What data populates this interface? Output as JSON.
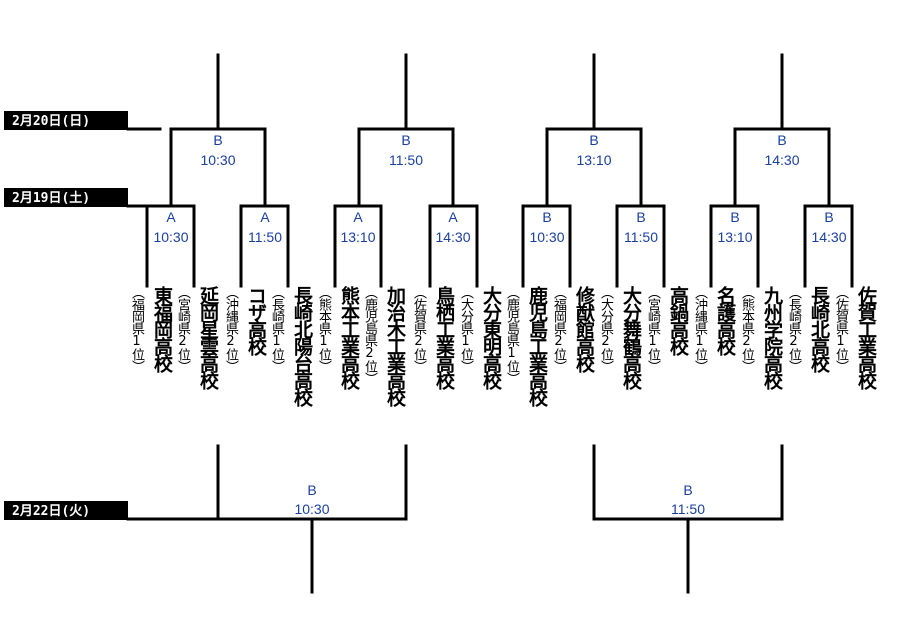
{
  "dates": {
    "feb20": "2月20日(日)",
    "feb19": "2月19日(土)",
    "feb22": "2月22日(火)"
  },
  "round1": [
    {
      "court": "A",
      "time": "10:30"
    },
    {
      "court": "A",
      "time": "11:50"
    },
    {
      "court": "A",
      "time": "13:10"
    },
    {
      "court": "A",
      "time": "14:30"
    },
    {
      "court": "B",
      "time": "10:30"
    },
    {
      "court": "B",
      "time": "11:50"
    },
    {
      "court": "B",
      "time": "13:10"
    },
    {
      "court": "B",
      "time": "14:30"
    }
  ],
  "round2": [
    {
      "court": "B",
      "time": "10:30"
    },
    {
      "court": "B",
      "time": "11:50"
    },
    {
      "court": "B",
      "time": "13:10"
    },
    {
      "court": "B",
      "time": "14:30"
    }
  ],
  "semis": [
    {
      "court": "B",
      "time": "10:30"
    },
    {
      "court": "B",
      "time": "11:50"
    }
  ],
  "teams": [
    {
      "name": "東福岡高校",
      "pref": "（福岡県1位）"
    },
    {
      "name": "延岡星雲高校",
      "pref": "（宮崎県2位）"
    },
    {
      "name": "コザ高校",
      "pref": "（沖縄県2位）"
    },
    {
      "name": "長崎北陽台高校",
      "pref": "（長崎県1位）"
    },
    {
      "name": "熊本工業高校",
      "pref": "（熊本県1位）"
    },
    {
      "name": "加治木工業高校",
      "pref": "（鹿児島県2位）"
    },
    {
      "name": "鳥栖工業高校",
      "pref": "（佐賀県2位）"
    },
    {
      "name": "大分東明高校",
      "pref": "（大分県1位）"
    },
    {
      "name": "鹿児島工業高校",
      "pref": "（鹿児島県1位）"
    },
    {
      "name": "修猷館高校",
      "pref": "（福岡県2位）"
    },
    {
      "name": "大分舞鶴高校",
      "pref": "（大分県2位）"
    },
    {
      "name": "高鍋高校",
      "pref": "（宮崎県1位）"
    },
    {
      "name": "名護高校",
      "pref": "（沖縄県1位）"
    },
    {
      "name": "九州学院高校",
      "pref": "（熊本県2位）"
    },
    {
      "name": "長崎北高校",
      "pref": "（長崎県2位）"
    },
    {
      "name": "佐賀工業高校",
      "pref": "（佐賀県1位）"
    }
  ]
}
